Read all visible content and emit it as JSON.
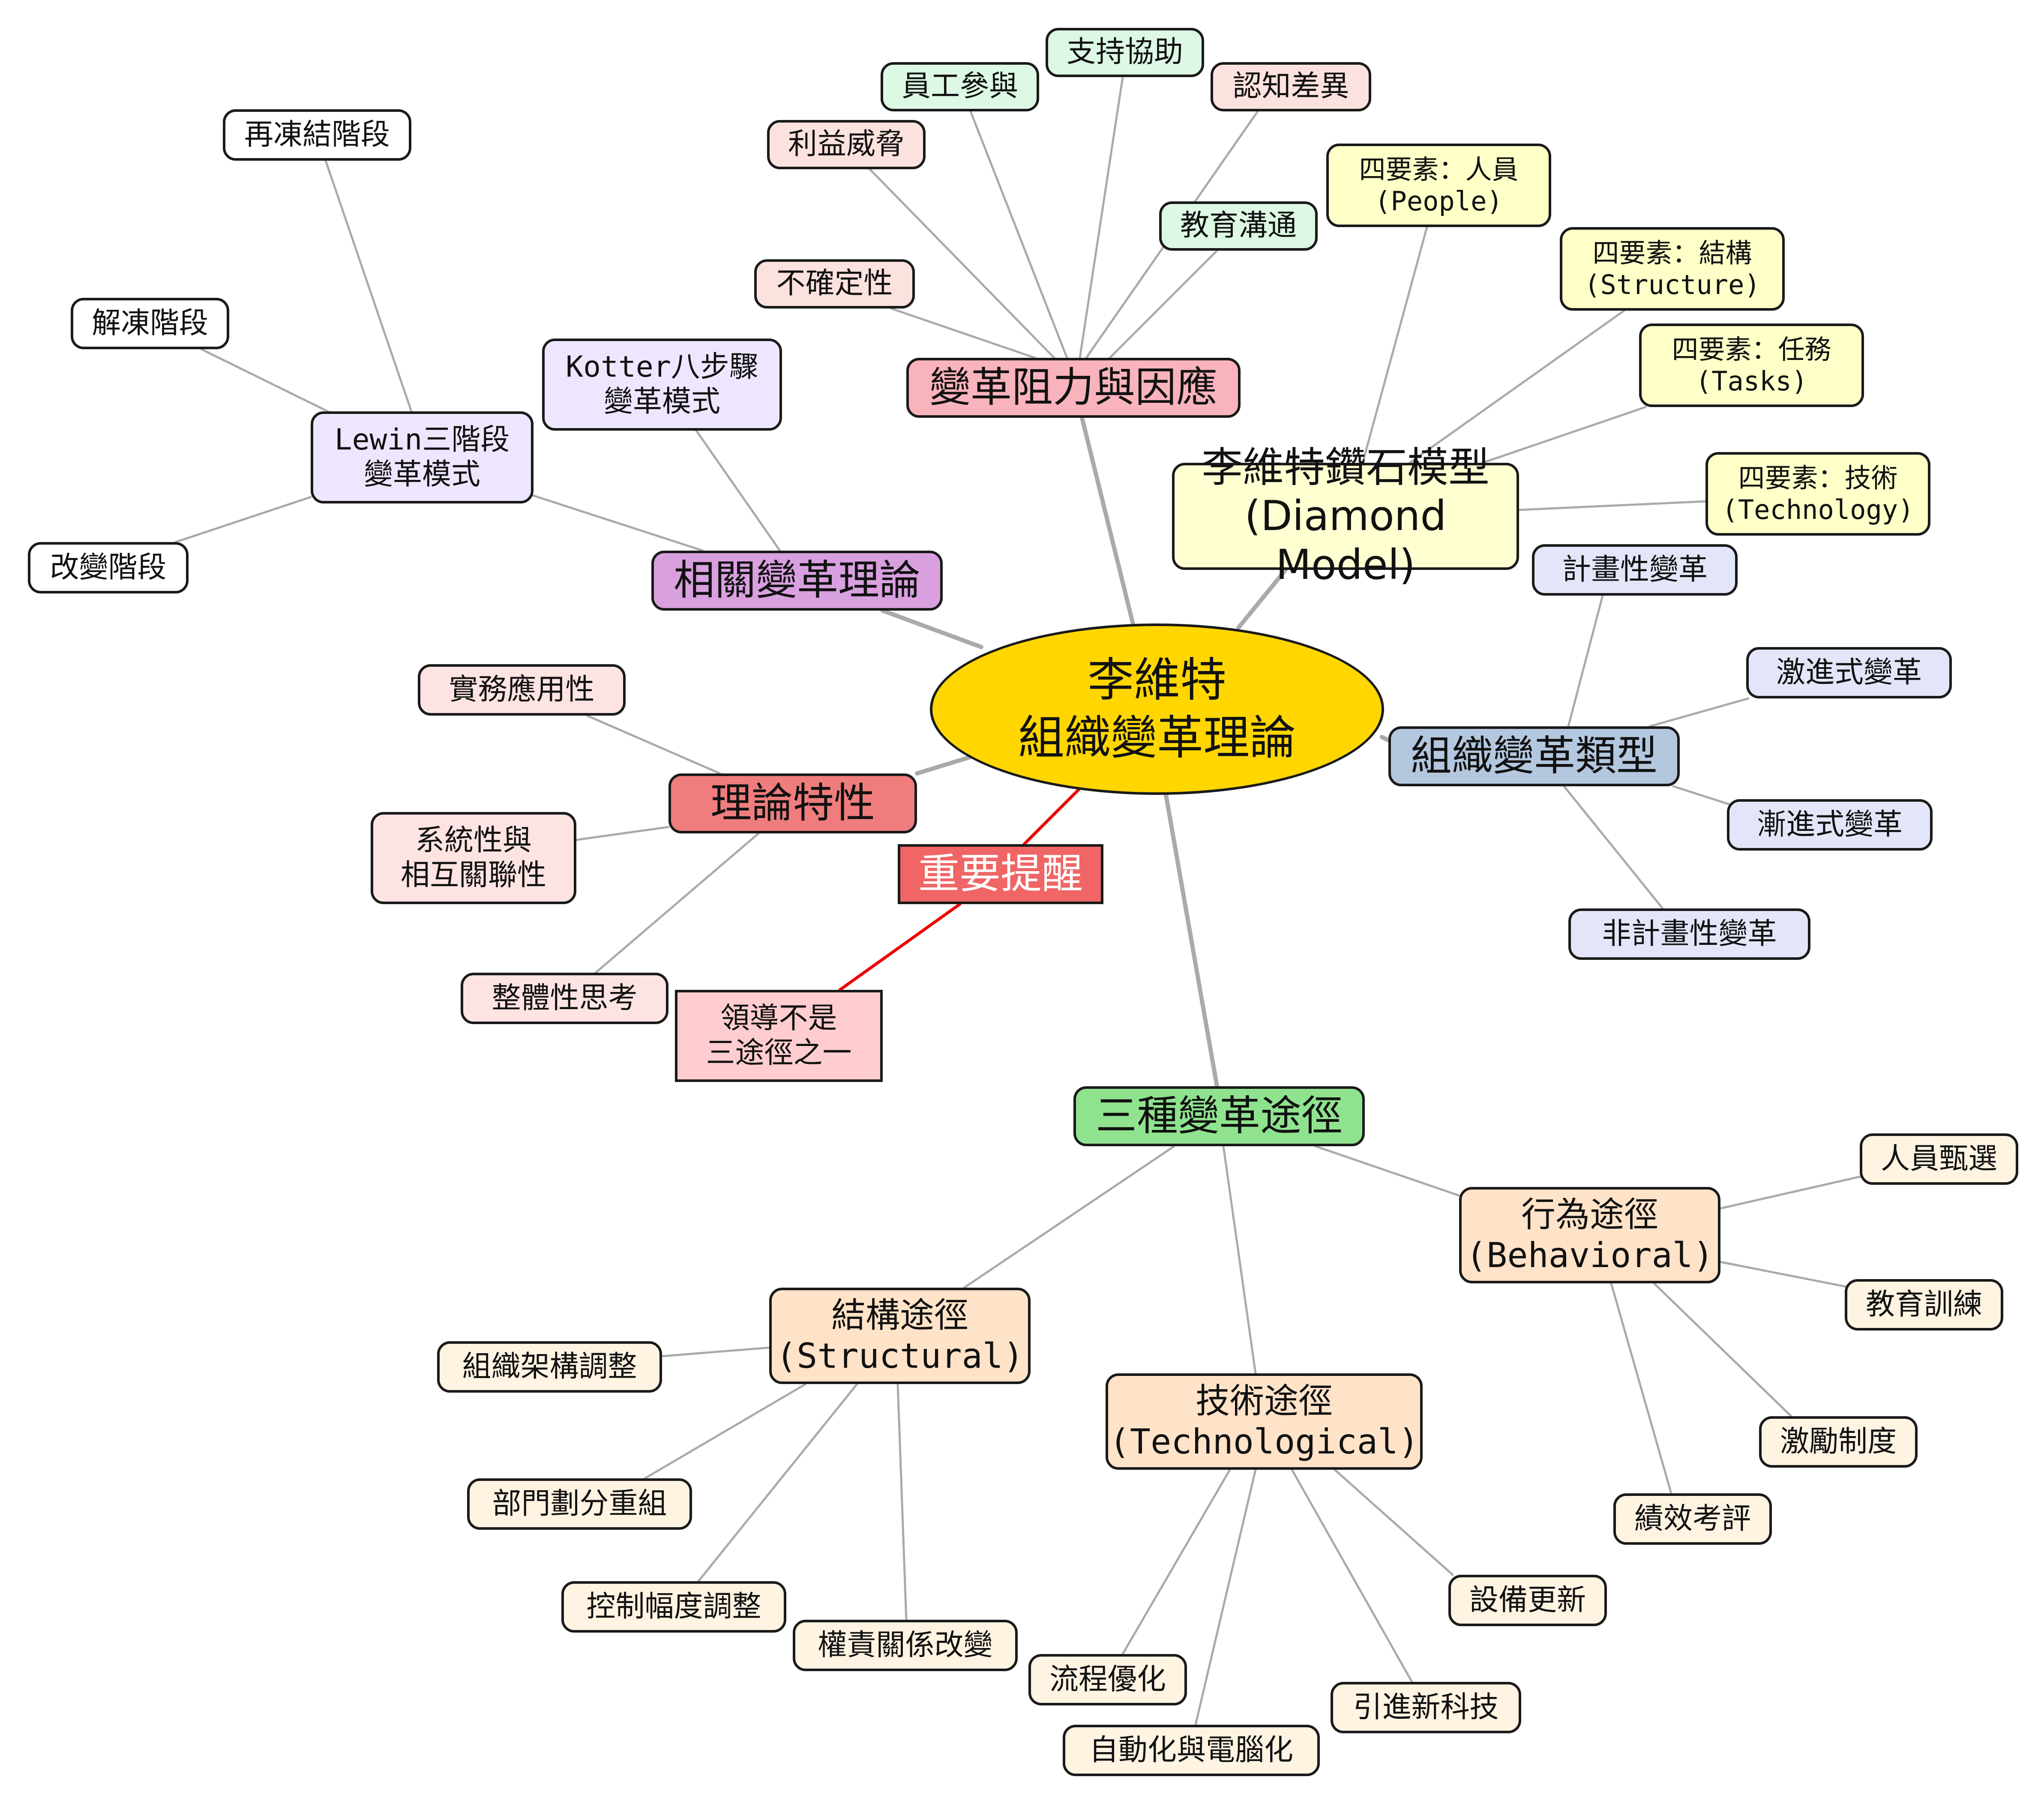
{
  "center": {
    "label": "李維特\n組織變革理論",
    "color": "#FFD600"
  },
  "branches": {
    "resistance": {
      "label": "變革阻力與因應",
      "color": "#F9B3BC"
    },
    "diamond": {
      "label": "李維特鑽石模型\n(Diamond Model)",
      "color": "#FFFFD2"
    },
    "theories": {
      "label": "相關變革理論",
      "color": "#D9A0E0"
    },
    "traits": {
      "label": "理論特性",
      "color": "#EF7D7D"
    },
    "types": {
      "label": "組織變革類型",
      "color": "#B3C7DE"
    },
    "approaches": {
      "label": "三種變革途徑",
      "color": "#8FE38F"
    },
    "reminder": {
      "label": "重要提醒",
      "color": "#F06565"
    }
  },
  "resistance_items": {
    "participation": "員工參與",
    "support": "支持協助",
    "perception": "認知差異",
    "interest": "利益威脅",
    "education": "教育溝通",
    "uncertainty": "不確定性"
  },
  "diamond_items": {
    "people": "四要素：人員\n(People)",
    "structure": "四要素：結構\n(Structure)",
    "task": "四要素：任務\n(Tasks)",
    "technology": "四要素：技術\n(Technology)"
  },
  "theory_items": {
    "kotter": "Kotter八步驟\n變革模式",
    "lewin": "Lewin三階段\n變革模式",
    "refreeze": "再凍結階段",
    "unfreeze": "解凍階段",
    "change": "改變階段"
  },
  "trait_items": {
    "practical": "實務應用性",
    "systemic": "系統性與\n相互關聯性",
    "holistic": "整體性思考"
  },
  "reminder_note": "領導不是\n三途徑之一",
  "type_items": {
    "planned": "計畫性變革",
    "radical": "激進式變革",
    "incremental": "漸進式變革",
    "unplanned": "非計畫性變革"
  },
  "approach_items": {
    "structural": "結構途徑\n(Structural)",
    "technological": "技術途徑\n(Technological)",
    "behavioral": "行為途徑\n(Behavioral)"
  },
  "structural_items": {
    "org": "組織架構調整",
    "dept": "部門劃分重組",
    "span": "控制幅度調整",
    "authority": "權責關係改變"
  },
  "tech_items": {
    "process": "流程優化",
    "automation": "自動化與電腦化",
    "newtech": "引進新科技",
    "equipment": "設備更新"
  },
  "behavioral_items": {
    "selection": "人員甄選",
    "training": "教育訓練",
    "incentive": "激勵制度",
    "appraisal": "績效考評"
  },
  "colors": {
    "resistance_green": "#DDF8E4",
    "resistance_pink": "#FCE2DE",
    "diamond_item": "#FFFFC8",
    "theory_purple": "#EEE6FE",
    "theory_leaf": "#FFFFFF",
    "trait_leaf": "#FDE4E2",
    "type_leaf": "#E3E6F8",
    "approach_sub": "#FFE3C8",
    "approach_leaf": "#FFF3E2",
    "note_fill": "#FFCDCF",
    "link_gray": "#AAAAAA",
    "link_red": "#EE0000"
  }
}
